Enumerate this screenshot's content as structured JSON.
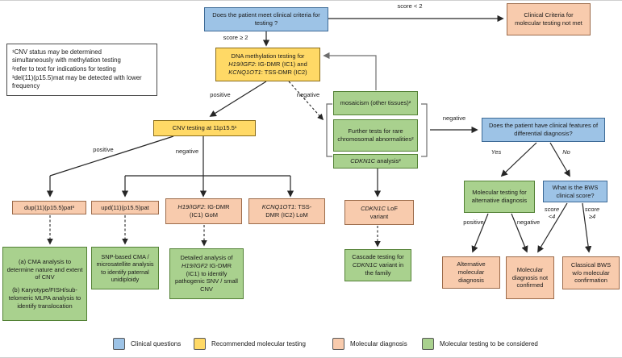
{
  "colors": {
    "clinical_blue": "#9dc3e6",
    "recommended_yellow": "#ffd966",
    "diagnosis_orange": "#f8cbad",
    "considered_green": "#a9d18e"
  },
  "nodes": {
    "q1": "Does the patient meet clinical criteria for testing ?",
    "criteria_not_met": "Clinical Criteria for molecular testing not met",
    "methylation": {
      "line1": "DNA methylation testing for",
      "gene1": "H19/IGF2",
      "rest1": ": IG-DMR (IC1) and",
      "gene2": "KCNQ1OT1",
      "rest2": ": TSS-DMR (IC2)"
    },
    "footnotes": {
      "fn1": "¹CNV status may be determined simultaneously with methylation testing",
      "fn2": "²refer to text for indications for testing",
      "fn3": "³del(11)(p15.5)mat may be detected with lower frequency"
    },
    "cnv_testing": "CNV testing at 11p15.5¹",
    "mosaicism": "mosaicism (other tissues)²",
    "further_tests": "Further tests for rare chromosomal abnormalities²",
    "cdkn1c_analysis": {
      "gene": "CDKN1C",
      "rest": " analysis²"
    },
    "q2": "Does the patient have clinical features of differential diagnosis?",
    "alt_testing": "Molecular testing for alternative diagnosis",
    "bws_score": "What is the BWS clinical score?",
    "dup": "dup(11)(p15.5)pat³",
    "upd": "upd(11)(p15.5)pat",
    "h19_gom": {
      "gene": "H19/IGF2",
      "rest": ": IG-DMR (IC1) GoM"
    },
    "kcnq_lom": {
      "gene": "KCNQ1OT1",
      "rest": ": TSS-DMR (IC2) LoM"
    },
    "cdkn1c_lof": {
      "gene": "CDKN1C",
      "rest": " LoF variant"
    },
    "cma_analysis": {
      "part_a": "(a) CMA analysis to determine nature and extent of CNV",
      "part_b": "(b) Karyotype/FISH/sub-telomeric MLPA analysis to identify translocation"
    },
    "snp_cma": "SNP-based CMA / microsatellite analysis to identify paternal unidiploidy",
    "detailed_analysis": {
      "pre": "Detailed analysis of ",
      "gene": "H19/IGF2",
      "post": " IG-DMR (IC1) to identify pathogenic SNV / small CNV"
    },
    "cascade": {
      "pre": "Cascade testing for ",
      "gene": "CDKN1C",
      "post": " variant in the family"
    },
    "alt_diagnosis": "Alternative molecular diagnosis",
    "not_confirmed": "Molecular diagnosis not confirmed",
    "classical_bws": "Classical BWS w/o molecular confirmation"
  },
  "edge_labels": {
    "score_lt2": "score < 2",
    "score_ge2": "score ≥ 2",
    "meth_positive": "positive",
    "meth_negative": "negative",
    "cnv_positive": "positive",
    "cnv_negative": "negative",
    "stack_negative": "negative",
    "yes": "Yes",
    "no": "No",
    "alt_positive": "positive",
    "alt_negative": "negative",
    "score_lt4_line1": "score",
    "score_lt4_line2": "<4",
    "score_ge4_line1": "score",
    "score_ge4_line2": "≥4"
  },
  "legend": {
    "items": [
      {
        "label": "Clinical questions",
        "color": "#9dc3e6"
      },
      {
        "label": "Recommended molecular testing",
        "color": "#ffd966"
      },
      {
        "label": "Molecular diagnosis",
        "color": "#f8cbad"
      },
      {
        "label": "Molecular testing to be considered",
        "color": "#a9d18e"
      }
    ]
  }
}
